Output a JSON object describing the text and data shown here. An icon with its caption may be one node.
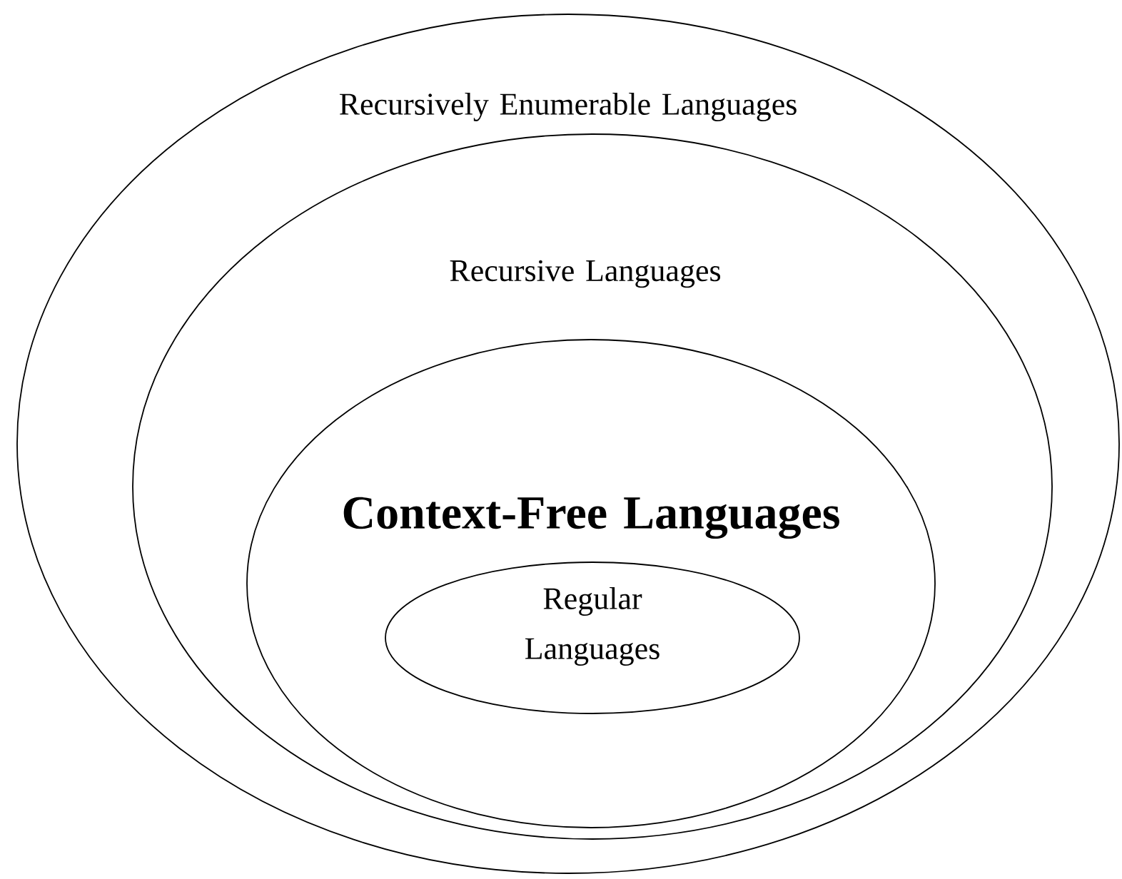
{
  "diagram": {
    "nodes": [
      {
        "text": [
          "Recursively Enumerable Languages"
        ]
      },
      {
        "text": [
          "Recursive Languages"
        ],
        "in": 0
      },
      {
        "text": [
          "**Context-Free Languages**"
        ],
        "in": 1
      },
      {
        "text": [
          "Regular Languages"
        ],
        "in": 2
      }
    ]
  }
}
